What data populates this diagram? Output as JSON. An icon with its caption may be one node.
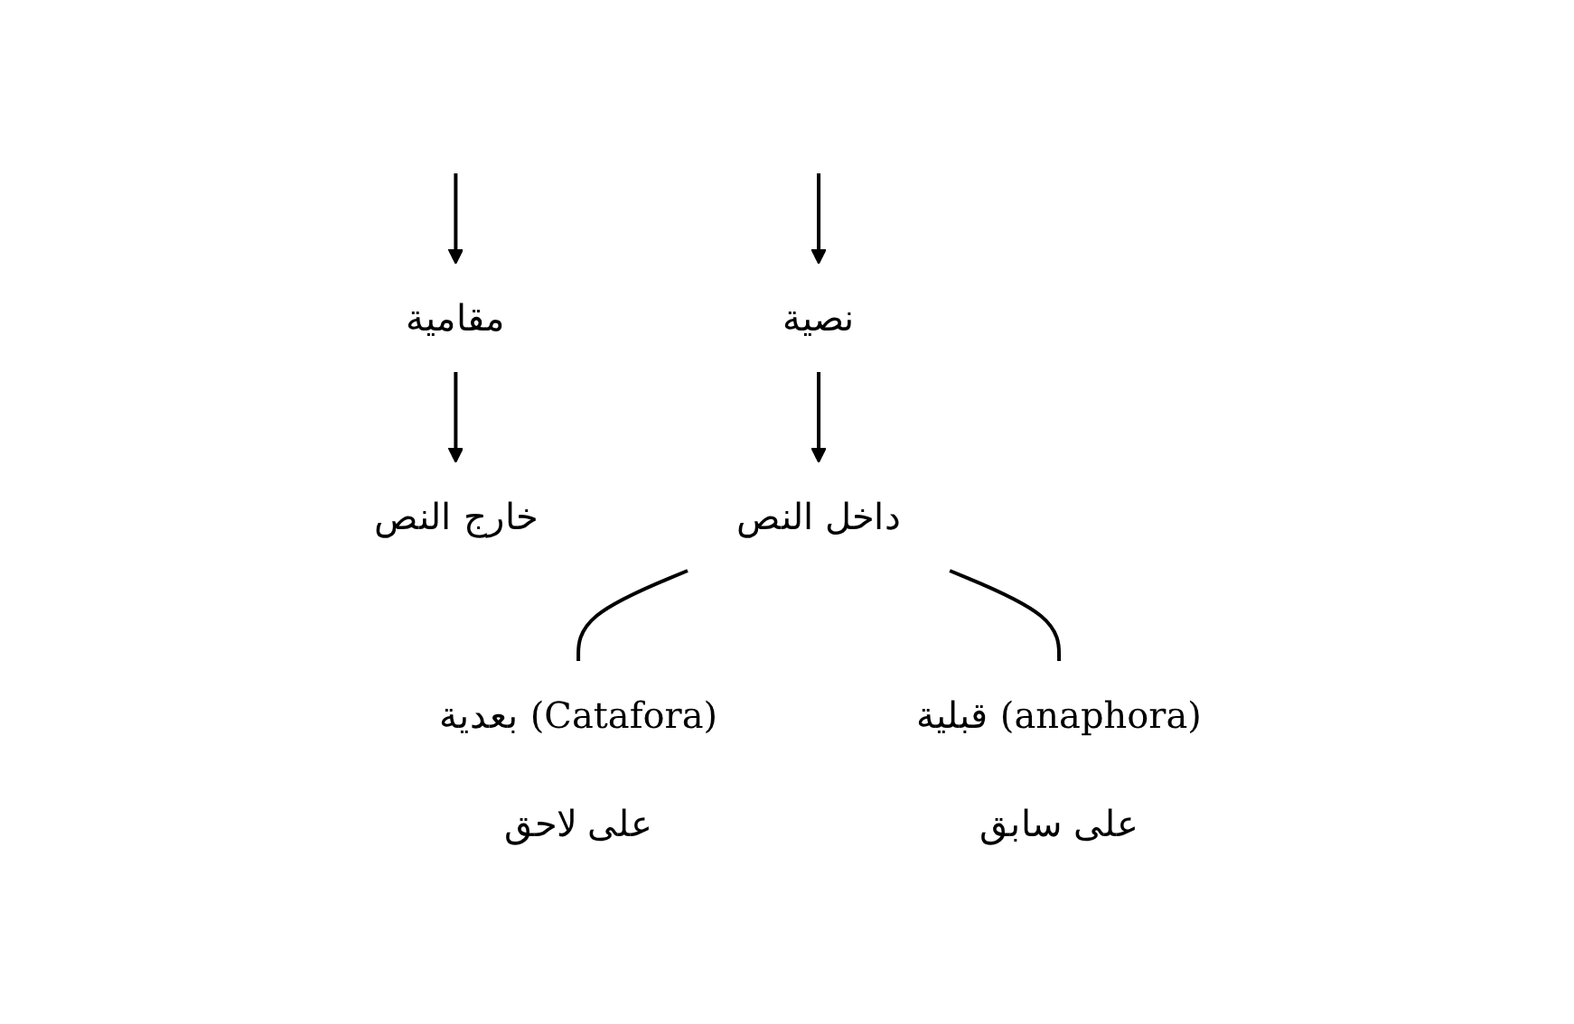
{
  "diagram": {
    "nodes": [
      {
        "text": [
          "مقامية"
        ]
      },
      {
        "text": [
          "نصية"
        ]
      },
      {
        "text": [
          "خارج النص"
        ]
      },
      {
        "text": [
          "داخل النص"
        ]
      },
      {
        "text": [
          "بعدية (Catafora)"
        ],
        "beside": [
          "على لاحق"
        ]
      },
      {
        "text": [
          "قبلية (anaphora)"
        ],
        "beside": [
          "على سابق"
        ]
      }
    ],
    "edges": [
      {
        "from": null,
        "to": 0,
        "arrow": "to"
      },
      {
        "from": null,
        "to": 1,
        "arrow": "to"
      },
      {
        "from": 0,
        "to": 2,
        "arrow": "to"
      },
      {
        "from": 1,
        "to": 3,
        "arrow": "to"
      },
      {
        "from": 3,
        "to": 4,
        "arrow": "none"
      },
      {
        "from": 3,
        "to": 5,
        "arrow": "none"
      }
    ]
  }
}
